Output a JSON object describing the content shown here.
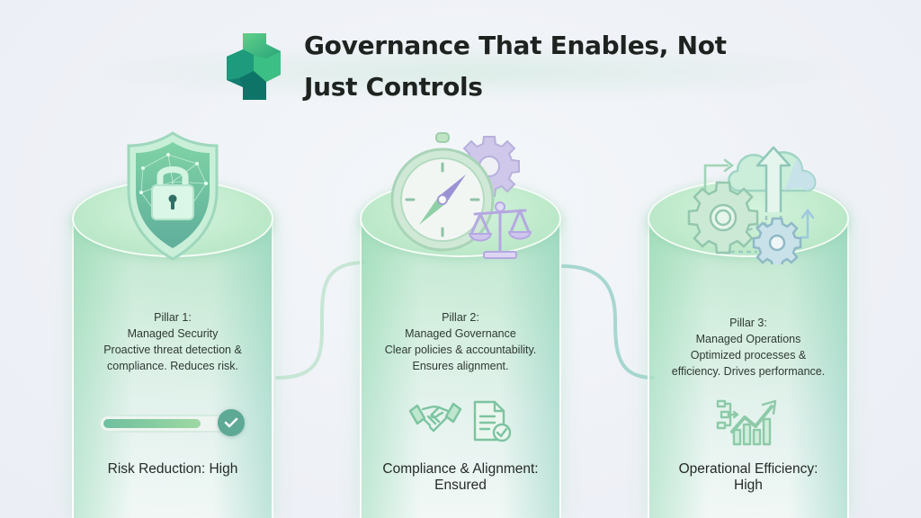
{
  "header": {
    "logo": "hexagon-cross-logo-icon",
    "title": "Governance That Enables, Not Just Controls"
  },
  "colors": {
    "accent_green": "#3db57a",
    "accent_teal": "#1f8a82",
    "pillar_green": "#bfeacb",
    "connector": "#a6d7d0",
    "title_text": "#1e2320"
  },
  "pillars": [
    {
      "number_label": "Pillar 1:",
      "name": "Managed Security",
      "desc_line1": "Proactive threat detection &",
      "desc_line2": "compliance. Reduces risk.",
      "icon": "shield-lock-icon",
      "indicator_icon": "progress-bar-check-icon",
      "progress_percent": 75,
      "metric_line1": "Risk Reduction: High",
      "metric_line2": ""
    },
    {
      "number_label": "Pillar 2:",
      "name": "Managed Governance",
      "desc_line1": "Clear policies & accountability.",
      "desc_line2": "Ensures alignment.",
      "icon": "compass-gear-scales-icon",
      "indicator_icon": "handshake-document-check-icon",
      "metric_line1": "Compliance & Alignment:",
      "metric_line2": "Ensured"
    },
    {
      "number_label": "Pillar 3:",
      "name": "Managed Operations",
      "desc_line1": "Optimized processes &",
      "desc_line2": "efficiency. Drives performance.",
      "icon": "gears-cloud-upload-icon",
      "indicator_icon": "flow-chart-trend-up-icon",
      "metric_line1": "Operational Efficiency:",
      "metric_line2": "High"
    }
  ]
}
